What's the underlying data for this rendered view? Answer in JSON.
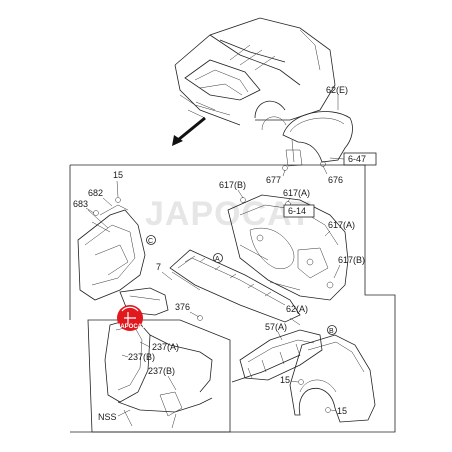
{
  "watermark": "JAPOCAT",
  "logo_text": "JAPOCAT",
  "labels": {
    "p62e": "62(E)",
    "p647": "6-47",
    "p677": "677",
    "p676": "676",
    "p15a": "15",
    "p682": "682",
    "p683": "683",
    "c_label": "C",
    "a_label": "A",
    "b_label": "B",
    "p7": "7",
    "p617b_top": "617(B)",
    "p617a_top": "617(A)",
    "p614": "6-14",
    "p617a_right": "617(A)",
    "p617b_right": "617(B)",
    "p376": "376",
    "p237a": "237(A)",
    "p237b_mid": "237(B)",
    "p237b_low": "237(B)",
    "p62a": "62(A)",
    "p57a": "57(A)",
    "p15b": "15",
    "p15c": "15",
    "nss": "NSS"
  }
}
